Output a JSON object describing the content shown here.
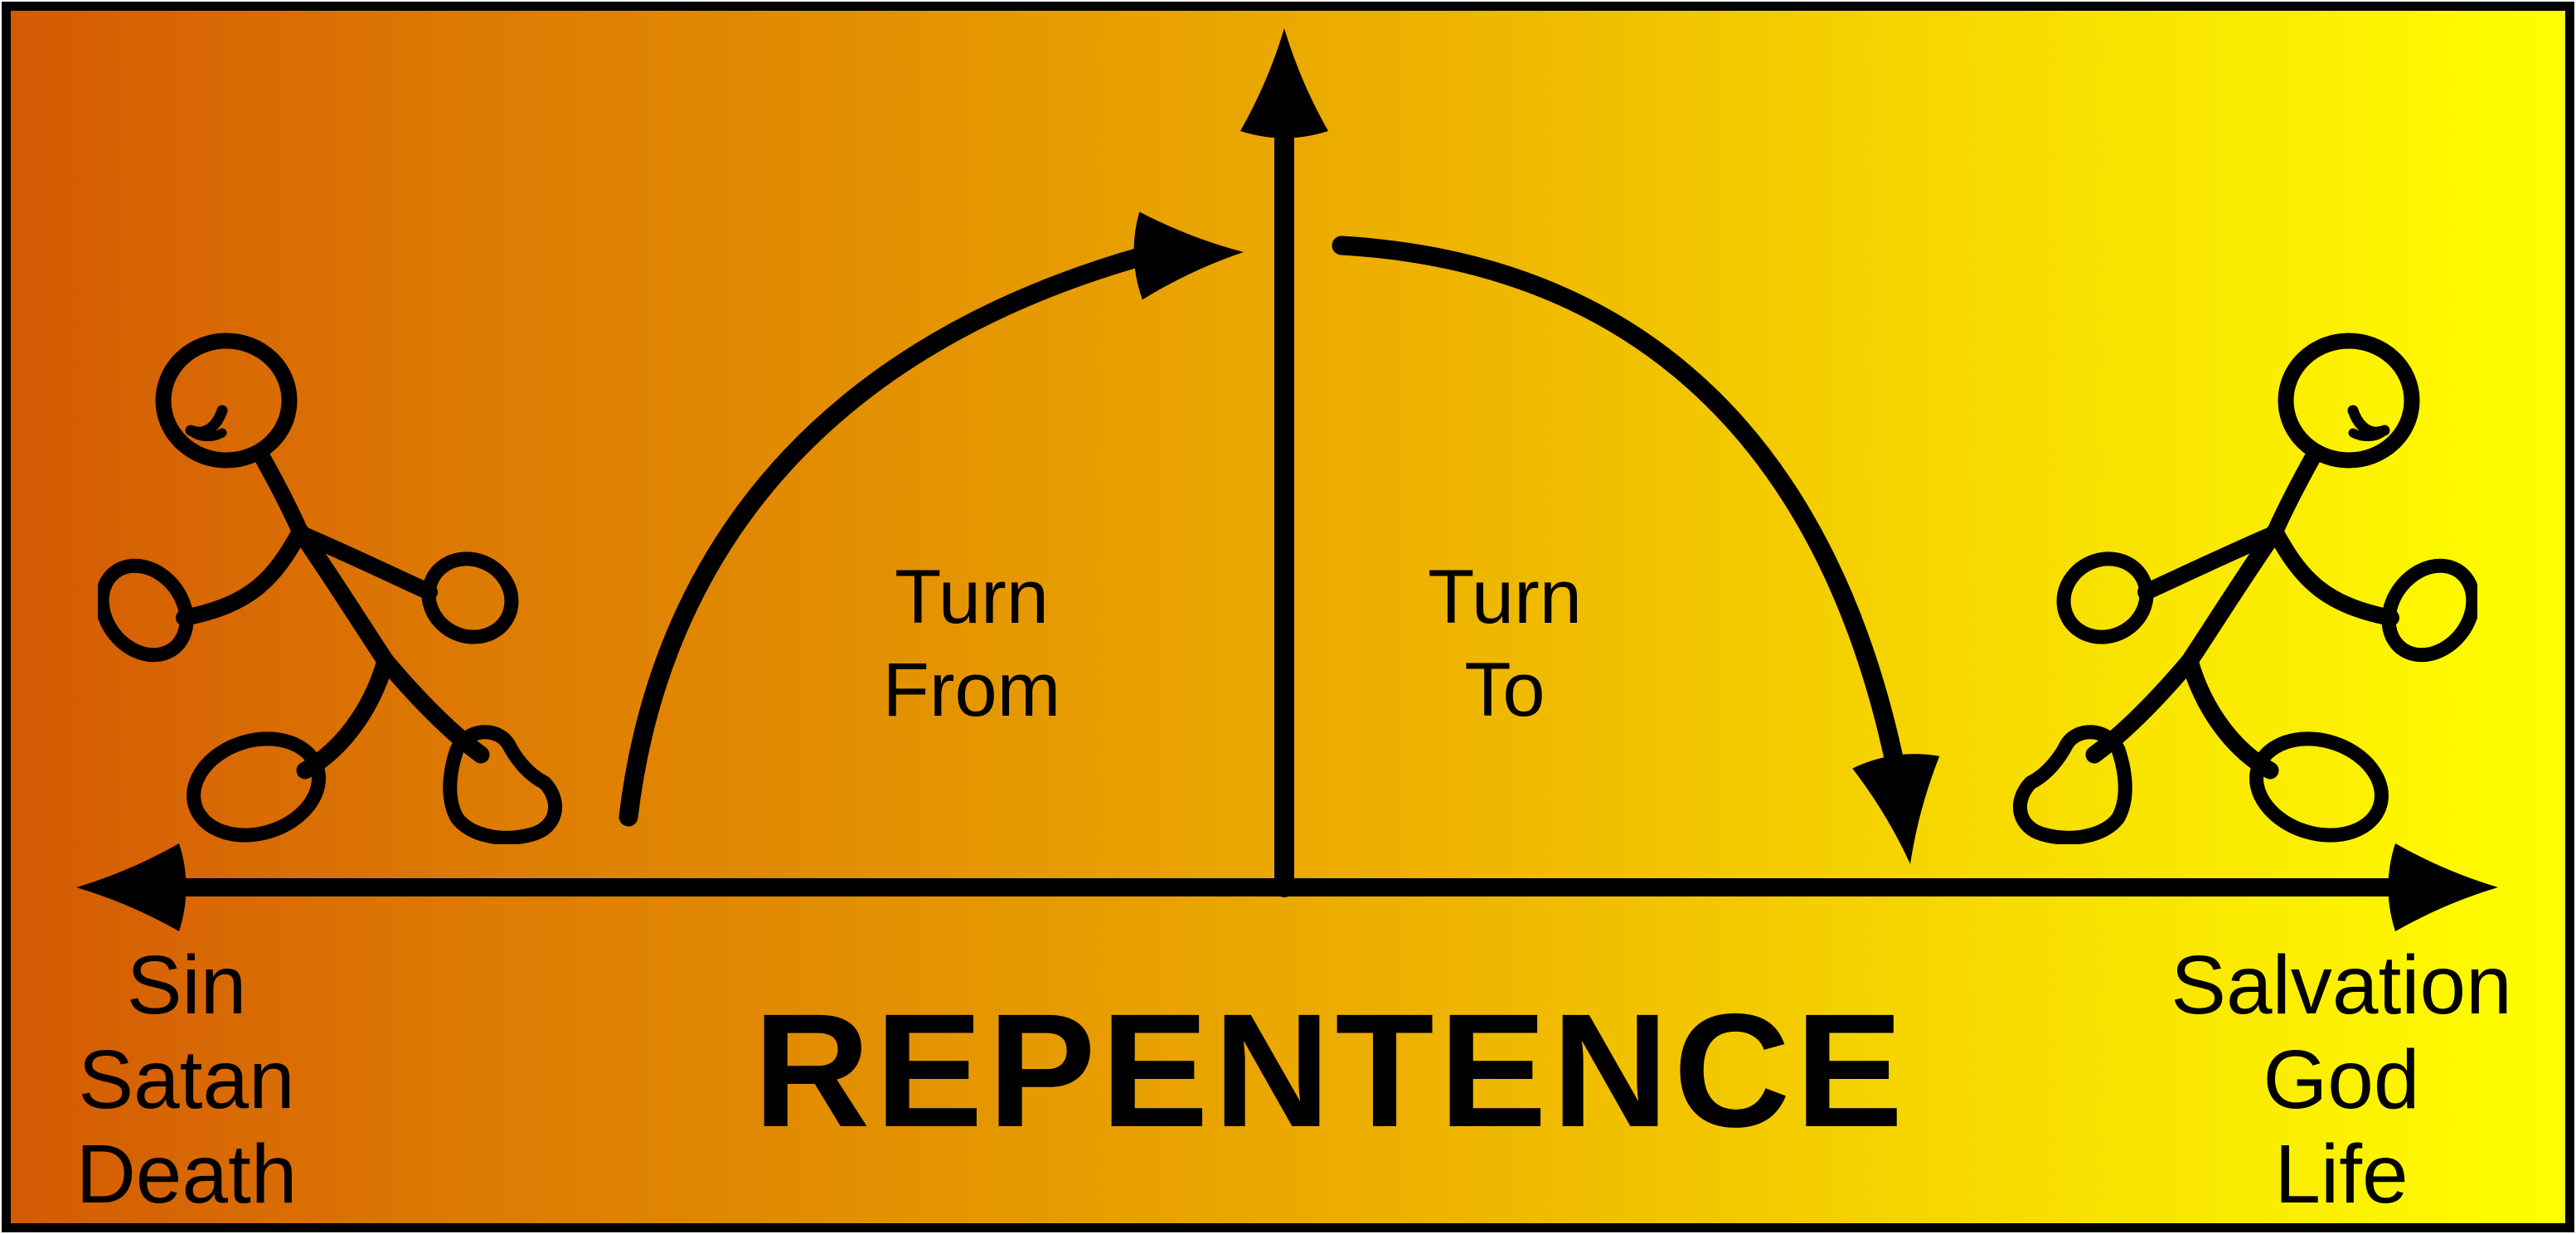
{
  "diagram": {
    "title": "REPENTENCE",
    "arc_labels": {
      "turn_from": [
        "Turn",
        "From"
      ],
      "turn_to": [
        "Turn",
        "To"
      ]
    },
    "axis": {
      "left_terms": [
        "Sin",
        "Satan",
        "Death"
      ],
      "right_terms": [
        "Salvation",
        "God",
        "Life"
      ]
    },
    "colors": {
      "gradient_left": "#d45a04",
      "gradient_mid": "#ecac00",
      "gradient_right": "#ffff00",
      "ink": "#000000"
    },
    "icons": {
      "left_figure": "stick-figure-walking-left",
      "right_figure": "stick-figure-walking-right",
      "up_arrow": "vertical-up-arrow",
      "axis_left_arrow": "horizontal-arrow-left",
      "axis_right_arrow": "horizontal-arrow-right",
      "turn_from_arrow": "arc-arrow-rising-to-center",
      "turn_to_arrow": "arc-arrow-descending-right"
    }
  }
}
